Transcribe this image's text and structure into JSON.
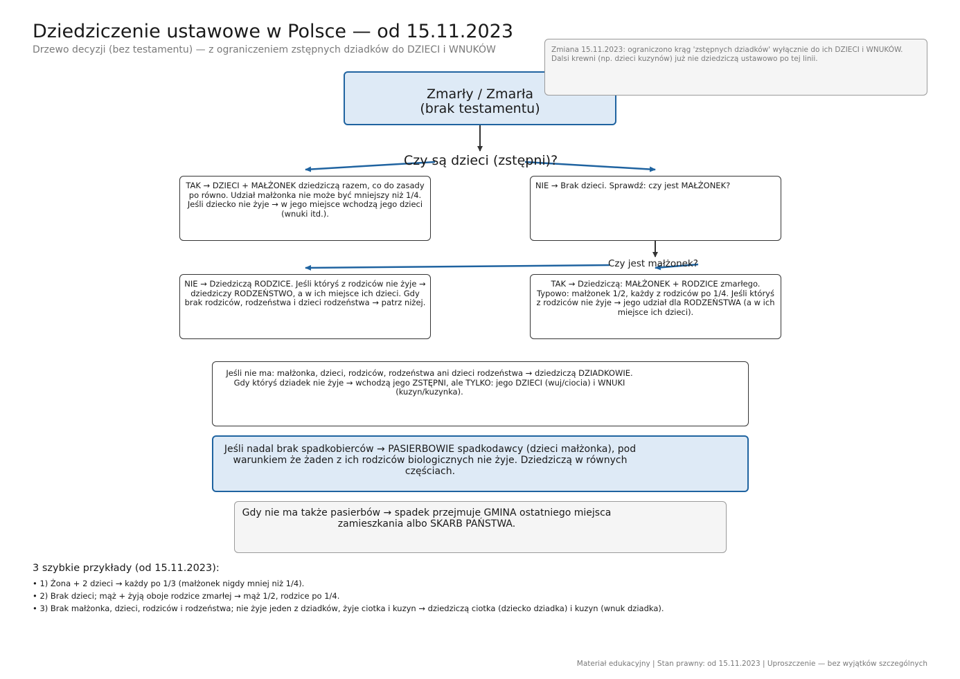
{
  "header": {
    "title": "Dziedziczenie ustawowe w Polsce — od 15.11.2023",
    "subtitle": "Drzewo decyzji (bez testamentu) — z ograniczeniem zstępnych dziadków do DZIECI i WNUKÓW"
  },
  "note": "Zmiana 15.11.2023: ograniczono krąg 'zstępnych dziadków' wyłącznie do ich DZIECI i WNUKÓW. Dalsi krewni (np. dzieci kuzynów) już nie dziedziczą ustawowo po tej linii.",
  "root": {
    "line1": "Zmarły / Zmarła",
    "line2": "(brak testamentu)"
  },
  "question1": "Czy są dzieci (zstępni)?",
  "question2": "Czy jest małżonek?",
  "boxes": {
    "tak_children": "TAK → DZIECI + MAŁŻONEK dziedziczą razem, co do zasady po równo. Udział małżonka nie może być mniejszy niż 1/4. Jeśli dziecko nie żyje → w jego miejsce wchodzą jego dzieci (wnuki itd.).",
    "nie_children": "NIE → Brak dzieci. Sprawdź: czy jest MAŁŻONEK?",
    "nie_spouse": "NIE → Dziedziczą RODZICE. Jeśli któryś z rodziców nie żyje → dziedziczy RODZEŃSTWO, a w ich miejsce ich dzieci. Gdy brak rodziców, rodzeństwa i dzieci rodzeństwa → patrz niżej.",
    "tak_spouse": "TAK → Dziedziczą: MAŁŻONEK + RODZICE zmarłego. Typowo: małżonek 1/2, każdy z rodziców po 1/4. Jeśli któryś z rodziców nie żyje → jego udział dla RODZEŃSTWA (a w ich miejsce ich dzieci).",
    "grandparents": "Jeśli nie ma: małżonka, dzieci, rodziców, rodzeństwa ani dzieci rodzeństwa → dziedziczą DZIADKOWIE. Gdy któryś dziadek nie żyje → wchodzą jego ZSTĘPNI, ale TYLKO: jego DZIECI (wuj/ciocia) i WNUKI (kuzyn/kuzynka).",
    "stepchildren": "Jeśli nadal brak spadkobierców → PASIERBOWIE spadkodawcy (dzieci małżonka), pod warunkiem że żaden z ich rodziców biologicznych nie żyje. Dziedziczą w równych częściach.",
    "gmina": "Gdy nie ma także pasierbów → spadek przejmuje GMINA ostatniego miejsca zamieszkania albo SKARB PAŃSTWA."
  },
  "examples": {
    "title": "3 szybkie przykłady (od 15.11.2023):",
    "items": [
      "• 1) Żona + 2 dzieci → każdy po 1/3 (małżonek nigdy mniej niż 1/4).",
      "• 2) Brak dzieci; mąż + żyją oboje rodzice zmarłej → mąż 1/2, rodzice po 1/4.",
      "• 3) Brak małżonka, dzieci, rodziców i rodzeństwa; nie żyje jeden z dziadków, żyje ciotka i kuzyn → dziedziczą ciotka (dziecko dziadka) i kuzyn (wnuk dziadka)."
    ]
  },
  "footer": "Materiał edukacyjny | Stan prawny: od 15.11.2023 | Uproszczenie — bez wyjątków szczególnych",
  "colors": {
    "accent_blue": "#1f63a0",
    "blue_fill": "#deeaf6",
    "gray_fill": "#f5f5f5",
    "muted_text": "#7a7a7a"
  }
}
